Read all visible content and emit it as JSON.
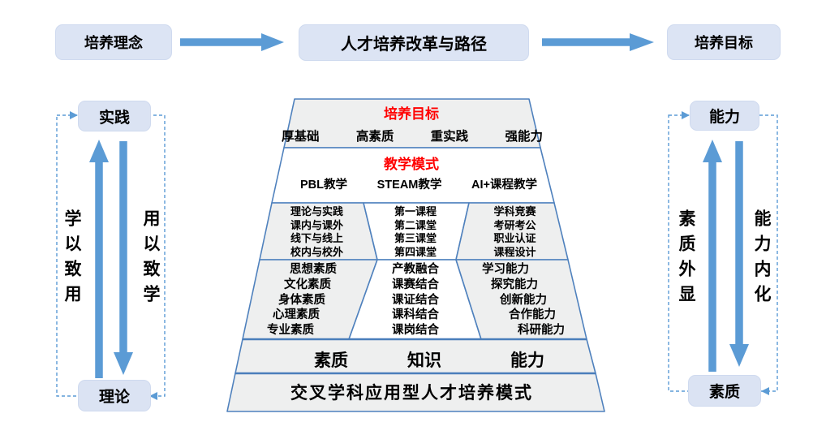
{
  "colors": {
    "arrow_blue": "#5b9bd5",
    "dashed_blue": "#5b9bd5",
    "box_fill": "#dce4f4",
    "pyramid_stroke": "#4f81bd",
    "pyramid_gray": "#eeefef",
    "title_red": "#ff0000"
  },
  "top_flow": {
    "left": "培养理念",
    "center": "人才培养改革与路径",
    "right": "培养目标"
  },
  "left_loop": {
    "top_box": "实践",
    "bottom_box": "理论",
    "up_label": "学以致用",
    "down_label": "用以致学"
  },
  "right_loop": {
    "top_box": "能力",
    "bottom_box": "素质",
    "up_label": "素质外显",
    "down_label": "能力内化"
  },
  "pyramid": {
    "row1": {
      "title": "培养目标",
      "items": [
        "厚基础",
        "高素质",
        "重实践",
        "强能力"
      ]
    },
    "row2": {
      "title": "教学模式",
      "items": [
        "PBL教学",
        "STEAM教学",
        "AI+课程教学"
      ]
    },
    "row3": {
      "left": [
        "理论与实践",
        "课内与课外",
        "线下与线上",
        "校内与校外"
      ],
      "middle": [
        "第一课程",
        "第二课堂",
        "第三课堂",
        "第四课堂"
      ],
      "right": [
        "学科竞赛",
        "考研考公",
        "职业认证",
        "课程设计"
      ]
    },
    "row4": {
      "left": [
        "思想素质",
        "文化素质",
        "身体素质",
        "心理素质",
        "专业素质"
      ],
      "middle": [
        "产教融合",
        "课赛结合",
        "课证结合",
        "课科结合",
        "课岗结合"
      ],
      "right": [
        "学习能力",
        "探究能力",
        "创新能力",
        "合作能力",
        "科研能力"
      ]
    },
    "row5": {
      "items": [
        "素质",
        "知识",
        "能力"
      ]
    },
    "row6": {
      "title": "交叉学科应用型人才培养模式"
    }
  }
}
